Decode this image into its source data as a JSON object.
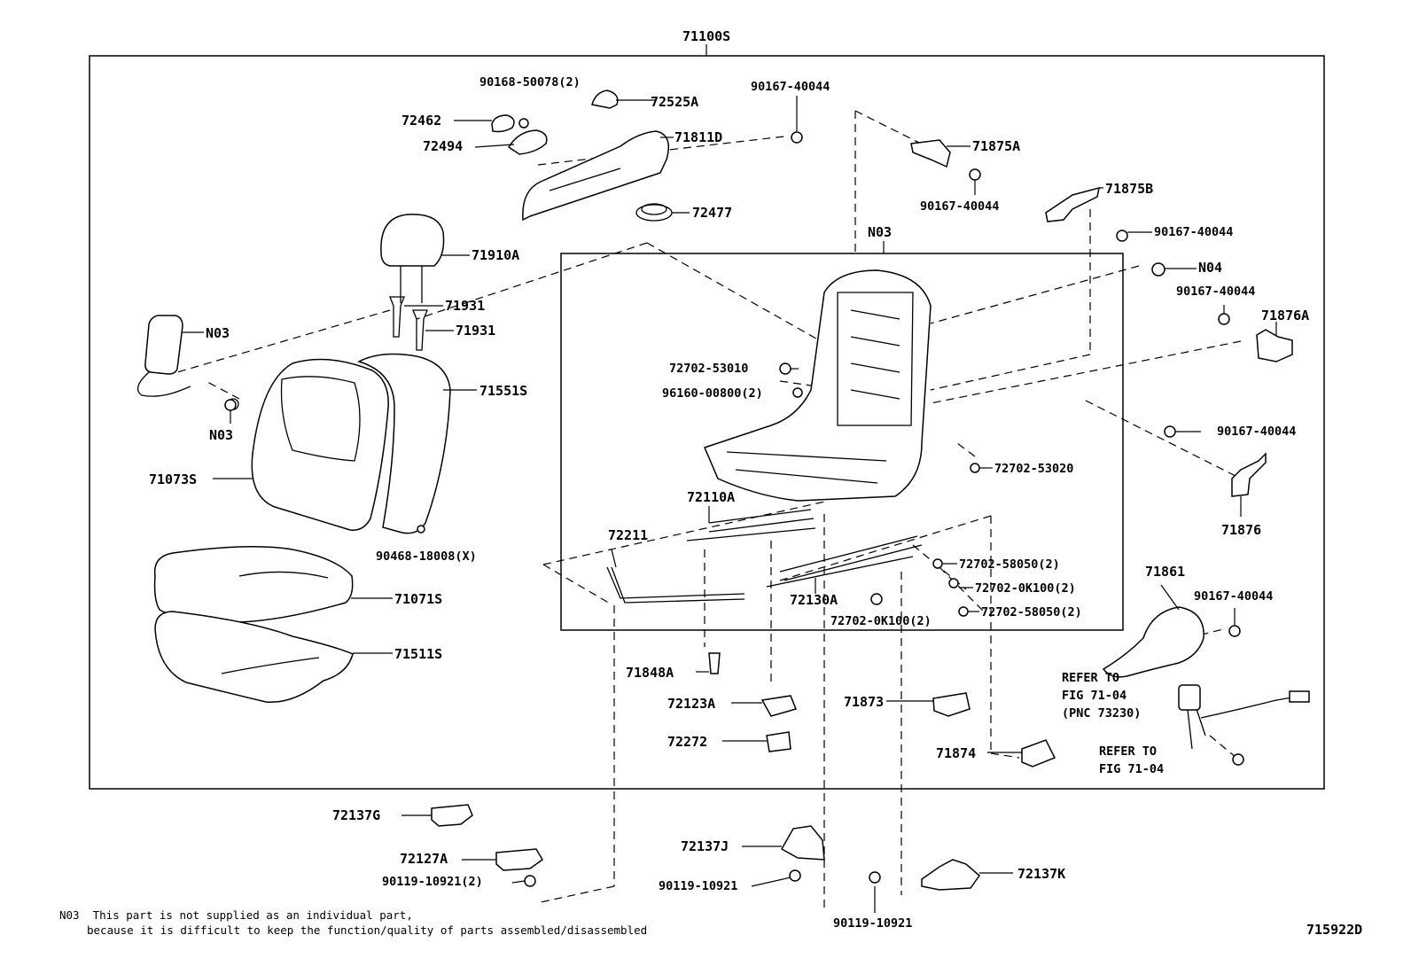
{
  "assembly_label": "71100S",
  "sub_box_label": "N03",
  "figure_id": "715922D",
  "notes": {
    "line1": "N03  This part is not supplied as an individual part,",
    "line2": "because it is difficult to keep the function/quality of parts assembled/disassembled"
  },
  "references": {
    "refer_a_line1": "REFER TO",
    "refer_a_line2": "FIG 71-04",
    "refer_a_line3": "(PNC 73230)",
    "refer_b_line1": "REFER TO",
    "refer_b_line2": "FIG 71-04"
  },
  "parts": {
    "p90168_50078": "90168-50078(2)",
    "p72525A": "72525A",
    "p90167_40044_a": "90167-40044",
    "p72462": "72462",
    "p72494": "72494",
    "p71811D": "71811D",
    "p72477": "72477",
    "p71875A": "71875A",
    "p90167_40044_b": "90167-40044",
    "p71875B": "71875B",
    "p90167_40044_c": "90167-40044",
    "p71910A": "71910A",
    "p71931_a": "71931",
    "p71931_b": "71931",
    "pN03_a": "N03",
    "pN03_b": "N03",
    "pN04": "N04",
    "p90167_40044_d": "90167-40044",
    "p71876A": "71876A",
    "p71551S": "71551S",
    "p72702_53010": "72702-53010",
    "p96160_00800": "96160-00800(2)",
    "p90167_40044_e": "90167-40044",
    "p71073S": "71073S",
    "p72702_53020": "72702-53020",
    "p72110A": "72110A",
    "p71876": "71876",
    "p90468_18008": "90468-18008(X)",
    "p72211": "72211",
    "p72702_58050_a": "72702-58050(2)",
    "p71861": "71861",
    "p72702_0K100_a": "72702-0K100(2)",
    "p90167_40044_f": "90167-40044",
    "p71071S": "71071S",
    "p72130A": "72130A",
    "p72702_58050_b": "72702-58050(2)",
    "p72702_0K100_b": "72702-0K100(2)",
    "p71511S": "71511S",
    "p71848A": "71848A",
    "p72123A": "72123A",
    "p71873": "71873",
    "p72272": "72272",
    "p71874": "71874",
    "p72137G": "72137G",
    "p72127A": "72127A",
    "p90119_10921_a": "90119-10921(2)",
    "p72137J": "72137J",
    "p90119_10921_b": "90119-10921",
    "p72137K": "72137K",
    "p90119_10921_c": "90119-10921"
  }
}
